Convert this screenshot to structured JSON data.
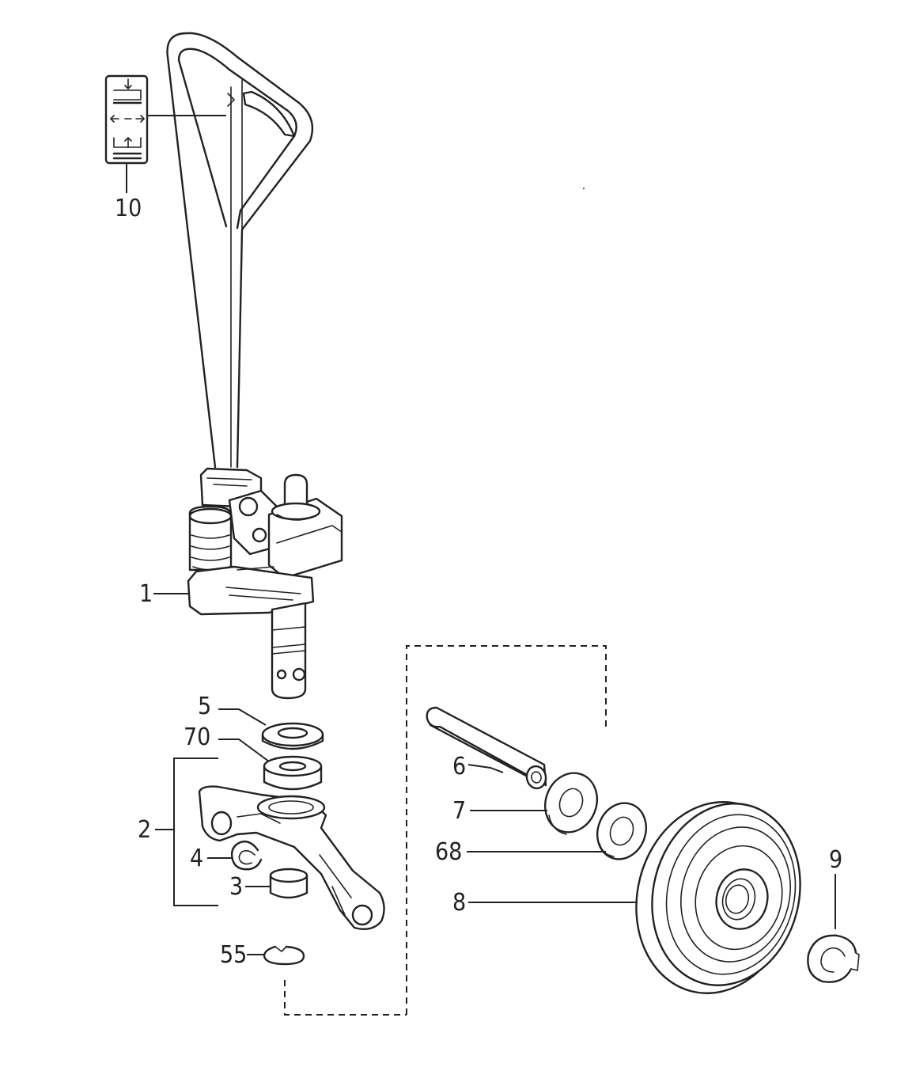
{
  "callouts": {
    "c10": "10",
    "c1": "1",
    "c5": "5",
    "c70": "70",
    "c2": "2",
    "c4": "4",
    "c3": "3",
    "c55": "55",
    "c6": "6",
    "c7": "7",
    "c68": "68",
    "c8": "8",
    "c9": "9"
  },
  "parts": [
    {
      "id": "10",
      "name": "handle-control-label"
    },
    {
      "id": "1",
      "name": "handle-pump-assembly"
    },
    {
      "id": "5",
      "name": "washer"
    },
    {
      "id": "70",
      "name": "spacer-ring"
    },
    {
      "id": "2",
      "name": "steering-arm-assembly"
    },
    {
      "id": "4",
      "name": "circlip"
    },
    {
      "id": "3",
      "name": "bushing"
    },
    {
      "id": "55",
      "name": "retaining-clip"
    },
    {
      "id": "6",
      "name": "wheel-axle-pin"
    },
    {
      "id": "7",
      "name": "thrust-washer"
    },
    {
      "id": "68",
      "name": "spacer-washer"
    },
    {
      "id": "8",
      "name": "steering-wheel"
    },
    {
      "id": "9",
      "name": "snap-ring"
    }
  ]
}
